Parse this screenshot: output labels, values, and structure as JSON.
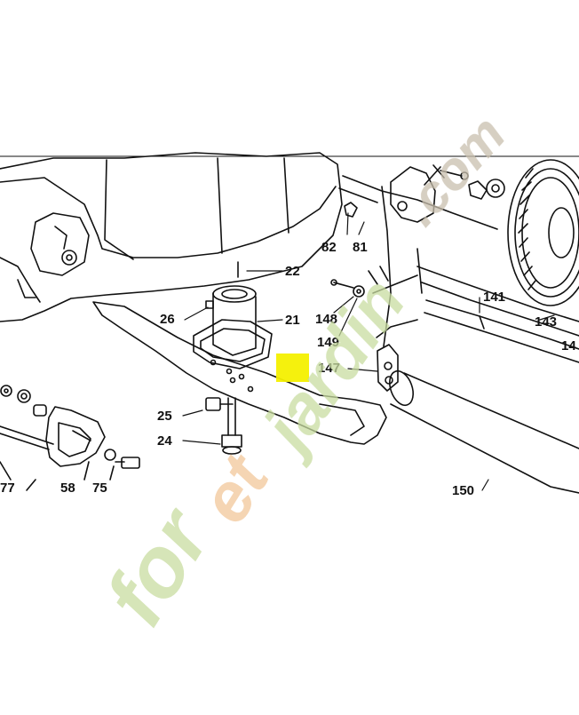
{
  "diagram": {
    "part_labels": {
      "p22": "22",
      "p26": "26",
      "p21": "21",
      "p82": "82",
      "p81": "81",
      "p148": "148",
      "p149": "149",
      "p147": "147",
      "p141": "141",
      "p143": "143",
      "p14": "14",
      "p25": "25",
      "p24": "24",
      "p58": "58",
      "p75": "75",
      "p77": "77",
      "p150": "150"
    },
    "watermark_text": "foretjardin.com",
    "highlight_color": "#f4f000",
    "watermark_colors": [
      "#c8dca0",
      "#f2c79a",
      "#c9bfae"
    ]
  }
}
